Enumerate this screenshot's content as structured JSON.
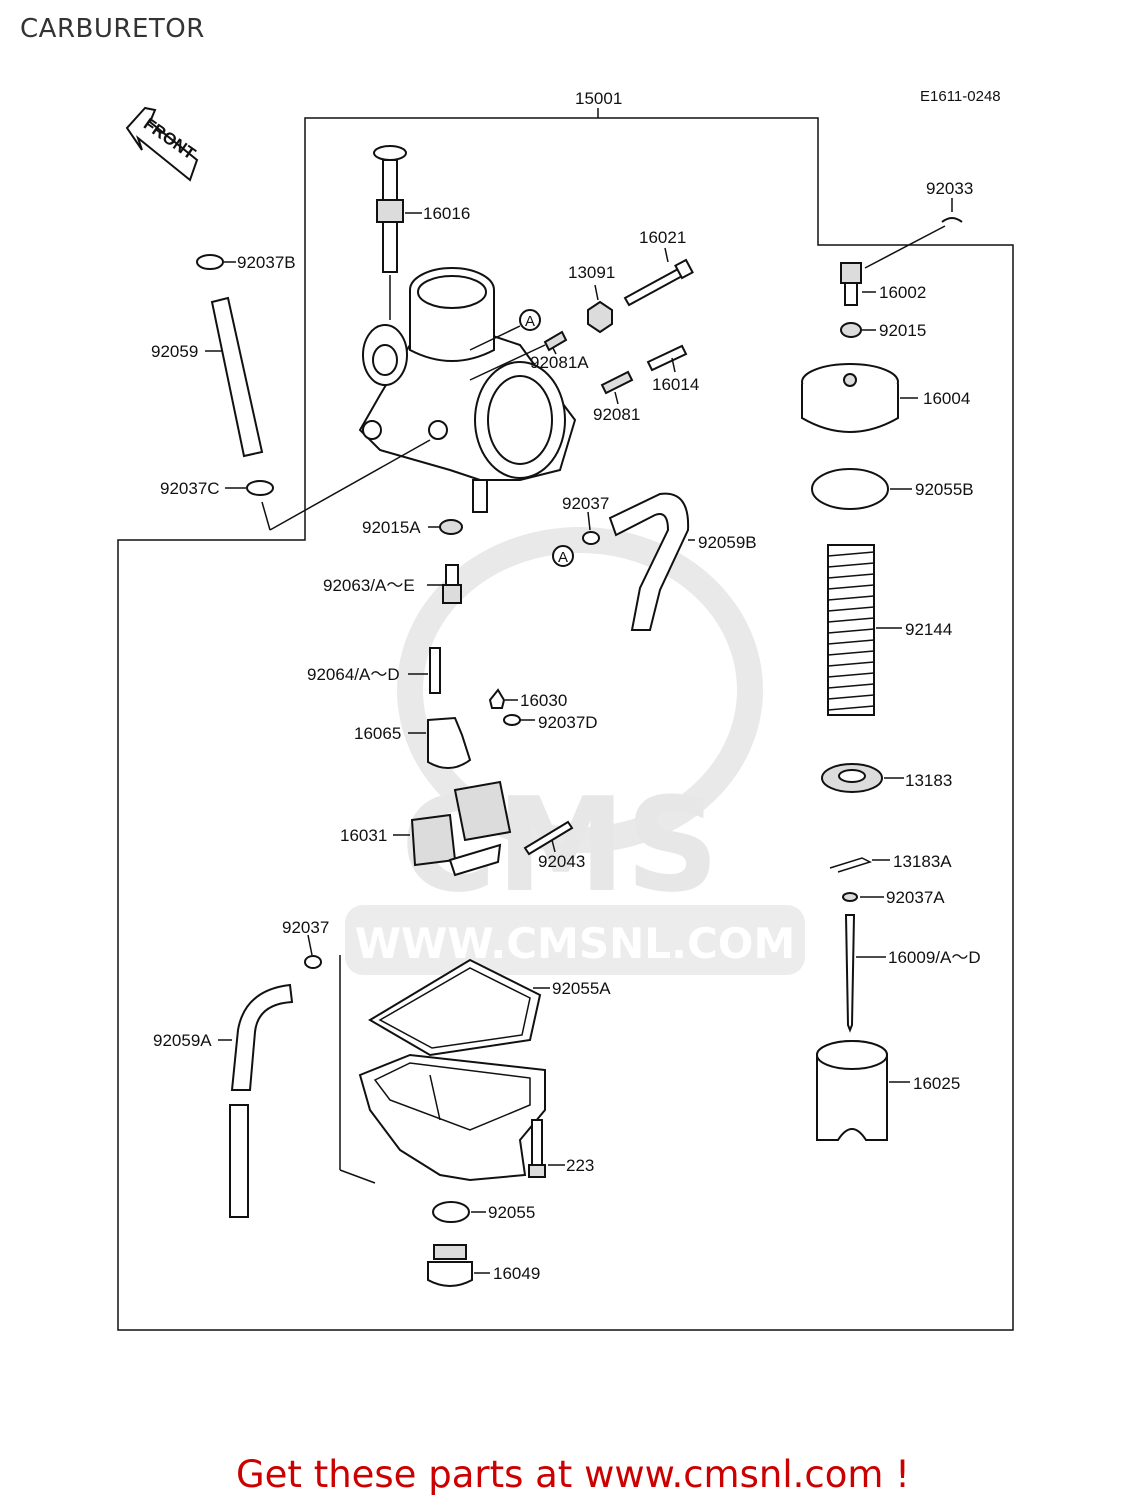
{
  "page": {
    "title": "CARBURETOR",
    "footer": "Get these parts at www.cmsnl.com !"
  },
  "diagram": {
    "code": "E1611-0248",
    "front_label": "FRONT",
    "circle_marker": "A",
    "watermark": {
      "logo_text": "CMS",
      "url_text": "WWW.CMSNL.COM"
    },
    "assembly_label": "15001",
    "parts": [
      "16016",
      "92037B",
      "92059",
      "92037C",
      "16021",
      "13091",
      "92081A",
      "16014",
      "92081",
      "92015A",
      "92037",
      "92059B",
      "92063/A～E",
      "92064/A～D",
      "16030",
      "92037D",
      "16065",
      "16031",
      "92043",
      "92037",
      "92055A",
      "92059A",
      "223",
      "92055",
      "16049",
      "92033",
      "16002",
      "92015",
      "16004",
      "92055B",
      "92144",
      "13183",
      "13183A",
      "92037A",
      "16009/A～D",
      "16025"
    ]
  },
  "colors": {
    "footer_text": "#cc0000",
    "line_art": "#111111",
    "watermark": "#e7e7e7"
  }
}
